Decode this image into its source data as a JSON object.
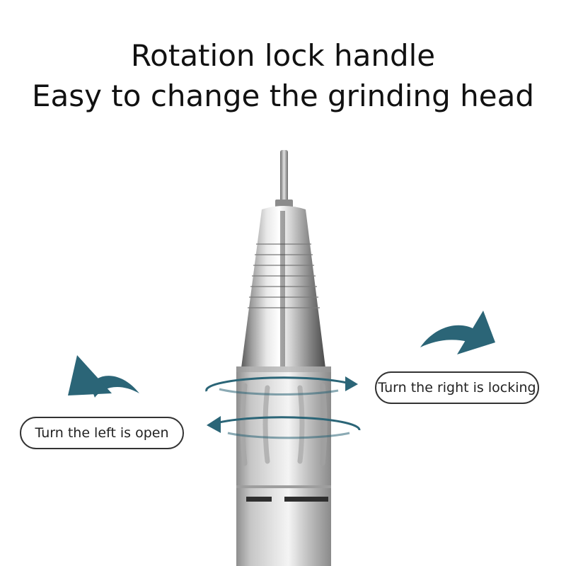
{
  "heading": {
    "line1": "Rotation lock handle",
    "line2": "Easy to change the grinding head"
  },
  "labels": {
    "left": "Turn the left is open",
    "right": "Turn the right is locking"
  },
  "colors": {
    "arrow": "#2b6577",
    "text": "#111111",
    "pill_border": "#333333"
  },
  "icons": {
    "left_arrow": "curved-arrow-left-icon",
    "right_arrow": "curved-arrow-right-icon",
    "rotation": "rotation-ring-icon"
  }
}
